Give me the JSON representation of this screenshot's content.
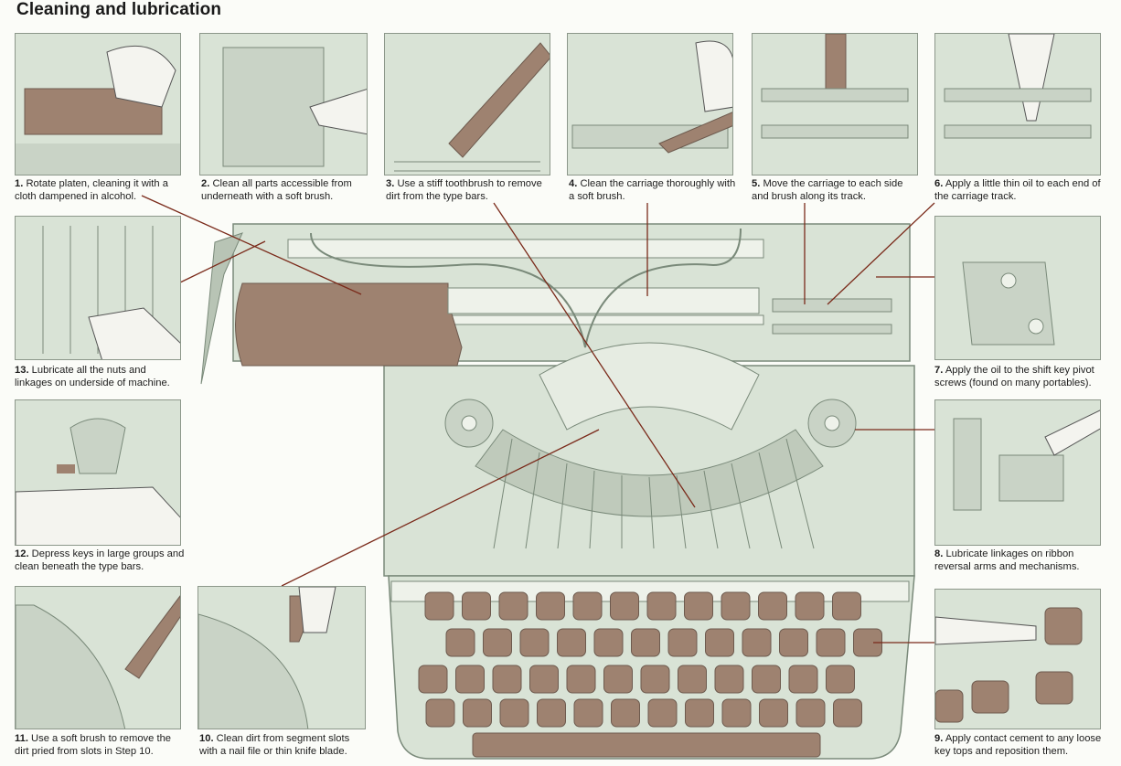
{
  "page": {
    "title": "Cleaning and lubrication"
  },
  "colors": {
    "panel_bg": "#d9e3d6",
    "line": "#7a8a7a",
    "accent_brown": "#9e8270",
    "leader": "#7a2a1a"
  },
  "steps": [
    {
      "num": "1.",
      "text": "Rotate platen, cleaning it with a cloth dampened in alcohol."
    },
    {
      "num": "2.",
      "text": "Clean all parts accessible from underneath with a soft brush."
    },
    {
      "num": "3.",
      "text": "Use a stiff toothbrush to remove dirt from the type bars."
    },
    {
      "num": "4.",
      "text": "Clean the carriage thoroughly with a soft brush."
    },
    {
      "num": "5.",
      "text": "Move the carriage to each side and brush along its track."
    },
    {
      "num": "6.",
      "text": "Apply a little thin oil to each end of the carriage track."
    },
    {
      "num": "7.",
      "text": "Apply the oil to the shift key pivot screws (found on many portables)."
    },
    {
      "num": "8.",
      "text": "Lubricate linkages on ribbon reversal arms and mechanisms."
    },
    {
      "num": "9.",
      "text": "Apply contact cement to any loose key tops and reposition them."
    },
    {
      "num": "10.",
      "text": "Clean dirt from segment slots with a nail file or thin knife blade."
    },
    {
      "num": "11.",
      "text": "Use a soft brush to remove the dirt pried from slots in Step 10."
    },
    {
      "num": "12.",
      "text": "Depress keys in large groups and clean beneath the type bars."
    },
    {
      "num": "13.",
      "text": "Lubricate all the nuts and linkages on underside of machine."
    }
  ]
}
